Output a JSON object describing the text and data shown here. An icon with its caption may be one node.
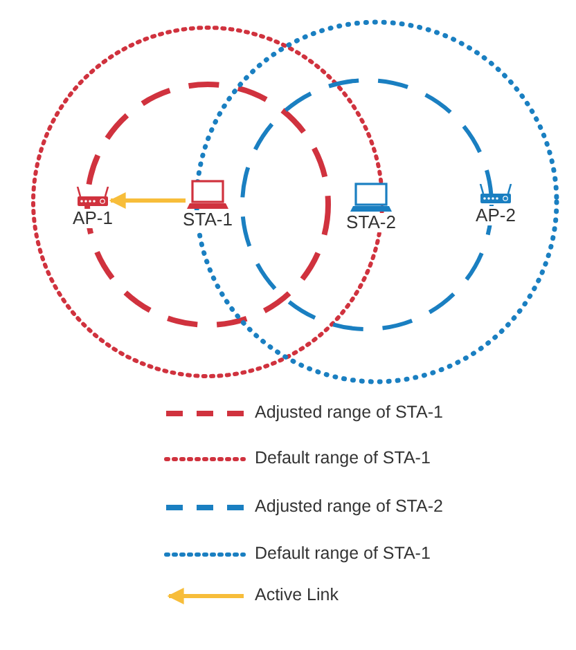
{
  "diagram": {
    "nodes": [
      {
        "text": [
          "AP-1"
        ]
      },
      {
        "text": [
          "STA-1"
        ]
      },
      {
        "text": [
          "STA-2"
        ]
      },
      {
        "text": [
          "AP-2"
        ]
      }
    ],
    "edges": [
      {
        "from": 1,
        "to": 0,
        "arrow": "to",
        "color": "#f7bd3a"
      }
    ],
    "legend": [
      {
        "text": "Adjusted range of STA-1"
      },
      {
        "text": "Default range of STA-1"
      },
      {
        "text": "Adjusted range of STA-2"
      },
      {
        "text": "Default range of STA-1"
      },
      {
        "text": "Active Link"
      }
    ]
  }
}
